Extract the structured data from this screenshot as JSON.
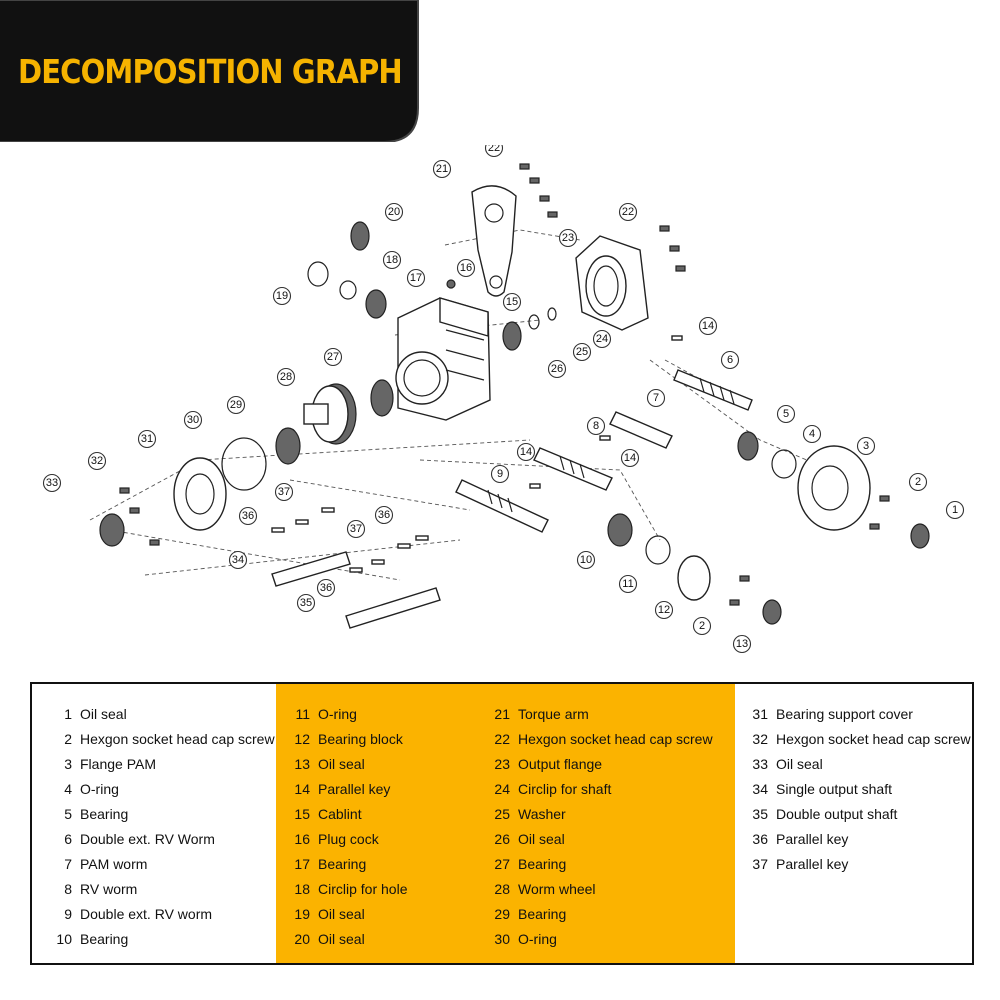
{
  "header": {
    "title": "DECOMPOSITION GRAPH"
  },
  "colors": {
    "accent": "#fbb300",
    "banner": "#111111",
    "border": "#111111"
  },
  "legend": {
    "columns": [
      [
        {
          "num": "1",
          "name": "Oil seal"
        },
        {
          "num": "2",
          "name": "Hexgon socket head cap screw"
        },
        {
          "num": "3",
          "name": "Flange PAM"
        },
        {
          "num": "4",
          "name": "O-ring"
        },
        {
          "num": "5",
          "name": "Bearing"
        },
        {
          "num": "6",
          "name": "Double ext. RV Worm"
        },
        {
          "num": "7",
          "name": "PAM worm"
        },
        {
          "num": "8",
          "name": "RV  worm"
        },
        {
          "num": "9",
          "name": "Double ext. RV worm"
        },
        {
          "num": "10",
          "name": "Bearing"
        }
      ],
      [
        {
          "num": "11",
          "name": "O-ring"
        },
        {
          "num": "12",
          "name": "Bearing block"
        },
        {
          "num": "13",
          "name": "Oil seal"
        },
        {
          "num": "14",
          "name": "Parallel key"
        },
        {
          "num": "15",
          "name": "Cablint"
        },
        {
          "num": "16",
          "name": "Plug cock"
        },
        {
          "num": "17",
          "name": "Bearing"
        },
        {
          "num": "18",
          "name": "Circlip for hole"
        },
        {
          "num": "19",
          "name": "Oil seal"
        },
        {
          "num": "20",
          "name": "Oil seal"
        }
      ],
      [
        {
          "num": "21",
          "name": "Torque arm"
        },
        {
          "num": "22",
          "name": "Hexgon socket head cap screw"
        },
        {
          "num": "23",
          "name": "Output flange"
        },
        {
          "num": "24",
          "name": "Circlip for shaft"
        },
        {
          "num": "25",
          "name": "Washer"
        },
        {
          "num": "26",
          "name": "Oil seal"
        },
        {
          "num": "27",
          "name": "Bearing"
        },
        {
          "num": "28",
          "name": "Worm wheel"
        },
        {
          "num": "29",
          "name": "Bearing"
        },
        {
          "num": "30",
          "name": "O-ring"
        }
      ],
      [
        {
          "num": "31",
          "name": "Bearing support cover"
        },
        {
          "num": "32",
          "name": "Hexgon socket head cap screw"
        },
        {
          "num": "33",
          "name": "Oil seal"
        },
        {
          "num": "34",
          "name": "Single output shaft"
        },
        {
          "num": "35",
          "name": "Double output shaft"
        },
        {
          "num": "36",
          "name": "Parallel key"
        },
        {
          "num": "37",
          "name": "Parallel key"
        }
      ]
    ]
  },
  "callouts": [
    "1",
    "2",
    "3",
    "4",
    "5",
    "6",
    "7",
    "8",
    "9",
    "10",
    "11",
    "12",
    "13",
    "14",
    "15",
    "16",
    "17",
    "18",
    "19",
    "20",
    "21",
    "22",
    "23",
    "24",
    "25",
    "26",
    "27",
    "28",
    "29",
    "30",
    "31",
    "32",
    "33",
    "34",
    "35",
    "36",
    "37"
  ]
}
